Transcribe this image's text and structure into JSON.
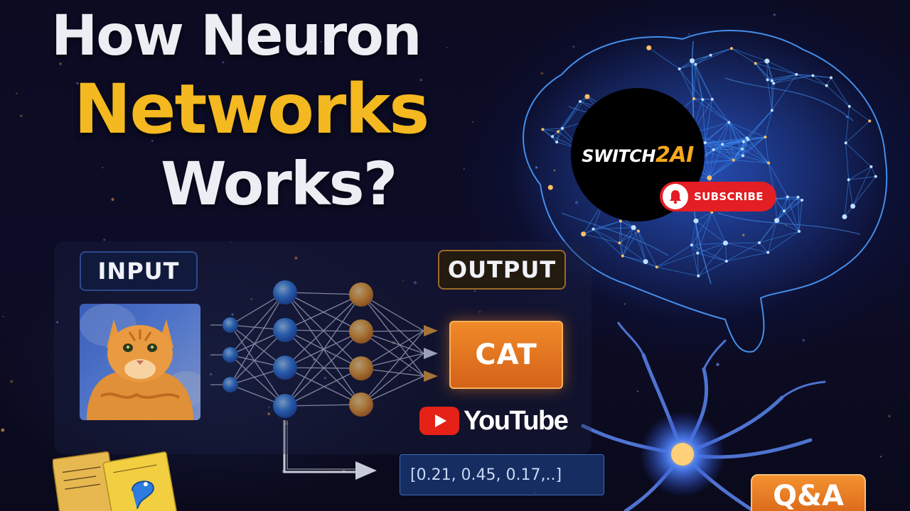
{
  "title": {
    "line1": "How Neuron",
    "line2": "Networks",
    "line3": "Works?"
  },
  "diagram": {
    "input_label": "INPUT",
    "output_label": "OUTPUT",
    "output_result": "CAT",
    "vector_text": "[0.21, 0.45, 0.17,..]"
  },
  "channel": {
    "logo_prefix": "SWITCH",
    "logo_number": "2",
    "logo_suffix": "AI",
    "subscribe_label": "SUBSCRIBE",
    "platform_name": "YouTube"
  },
  "qa_label": "Q&A",
  "colors": {
    "title_white": "#eceef4",
    "title_accent": "#f4b820",
    "input_node": "#2f7ce0",
    "output_node": "#f0a030",
    "cat_box": "#e8741f",
    "subscribe_red": "#e31e24",
    "youtube_red": "#e62117"
  },
  "icons": {
    "bell": "bell-icon",
    "play": "youtube-play-icon"
  }
}
